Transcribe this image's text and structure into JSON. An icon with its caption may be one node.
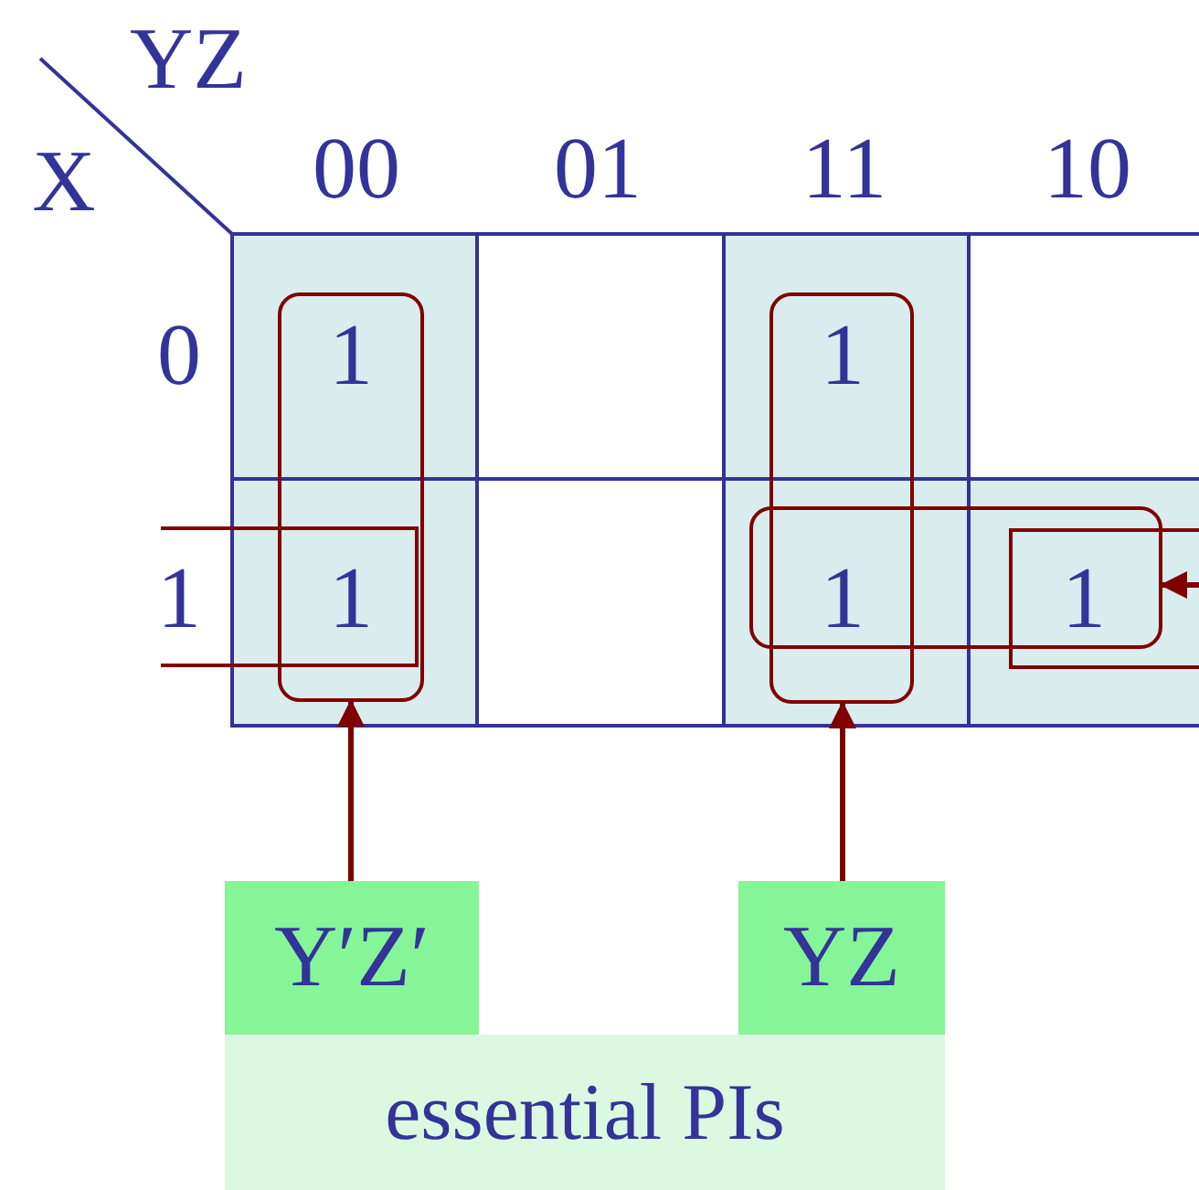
{
  "diagram": {
    "nodes": [
      {
        "text": [
          "Y′Z′"
        ]
      },
      {
        "text": [
          "YZ"
        ]
      },
      {
        "text": [
          "essential PIs"
        ]
      },
      {
        "text": [],
        "shape": "box"
      },
      {
        "text": [],
        "shape": "box"
      },
      {
        "text": [],
        "shape": "box"
      }
    ],
    "edges": [
      {
        "from": 0,
        "to": 3,
        "arrow": "to"
      },
      {
        "from": 1,
        "to": 4,
        "arrow": "to"
      },
      {
        "from": null,
        "to": 5,
        "arrow": "to"
      }
    ],
    "labels": [
      "YZ",
      "X",
      "00",
      "01",
      "11",
      "10",
      "0",
      "1",
      "1",
      "1",
      "1",
      "1",
      "1"
    ]
  }
}
